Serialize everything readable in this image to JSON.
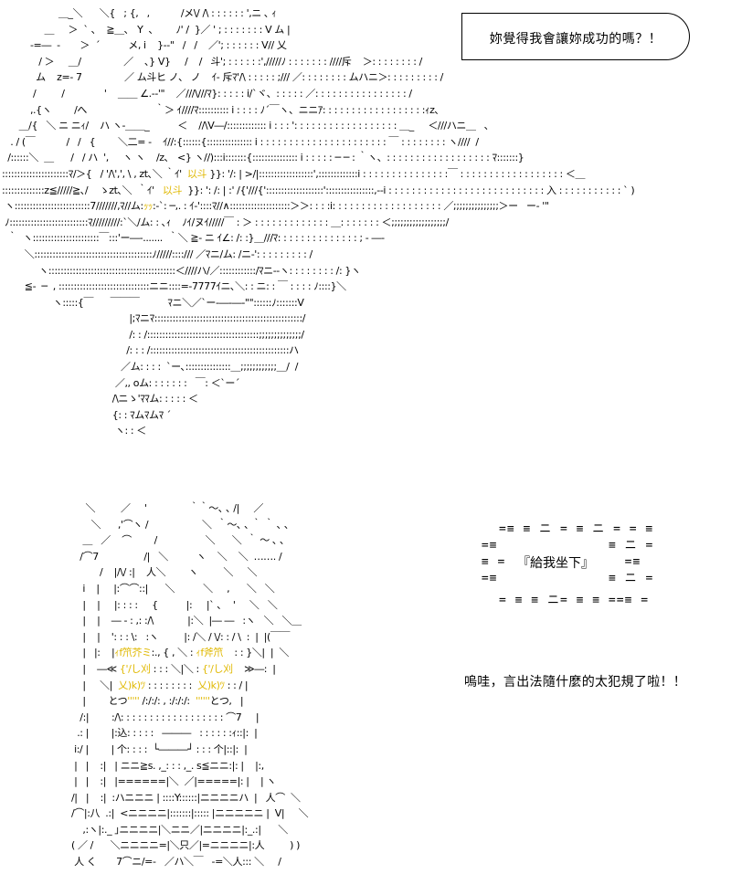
{
  "speech_bubble": {
    "text": "妳覺得我會讓妳成功的嗎？！"
  },
  "shout": {
    "text": "『給我坐下』",
    "border_top": "=≡ ≡ ニ = ≡ ニ = = ≡",
    "border_bottom": "= ≡ ≡ ニ= ≡ ≡ ==≡ =",
    "side_left": " =≡\n ≡ =\n =≡",
    "side_right": "≡ ニ =\n  =≡\n≡ ニ ="
  },
  "caption": {
    "text": "嗚哇，言出法隨什麼的太犯規了啦！！"
  },
  "art": {
    "highlight_color": "#e0b800",
    "top_lines": [
      "                    ＿_＼      ＼{   ; {,   ,           /メ\\/ /\\ : : : : : : ',ニ ､ ｨ",
      "               ＿     ＞  ` 、  ≧＿､   Y  ､        ﾉ' /  }／ ' ; : : : : : : : V ム |",
      "          -=―  -       ＞  ´          メ, i    }--\"   /   /    ／'; : : : : : : V// 乂",
      "             / ＞     ＿/               ／    ､} V}     /    /   斗'; : : : : : :',/////ﾉ : : : : : : : ////斥    ＞: : : : : : : : /",
      "            ム    z=- 7               ／ ム斗ヒ ノ、 ノ    ｲ- 斥ﾏ'/\\ : : : : : ;/// ／: : : : : : : : ムハニ＞: : : : : : : : : /",
      "           /         /              '    ＿＿ ∠.-‐'\"    ／///\\///ﾏ}: : : : : i/`ヾ、: : : : : ／: : : : : : : : : : : : : : : : /",
      "          ,.{ヽ        /へ                        ｀＞ ｲ////ﾏ:::::::::: i : : : : ﾉ´￣ヽ、ニニｱ: : : : : : : : : : : : : : : : : :ｨz､",
      "      ＿/{   ＼ ニ ニｨ/    ハ ヽ-＿＿_          ＜    //\\V―/::::::::::::: i : : : ': : : : : : : : : : : : : : : : : : ＿_     ＜///ハニ＿   ､",
      "   . / (￣           /   /   {        ＼二= -    ｲ//:{::::::{::::::::::::::: i : : : : : : : : : : : : : : : : : : : : : : ￣ : : : : : : : : ヽ////  /",
      "  /::::::＼  ＿      /   / ハ  ',     ヽ ヽ    /z､   <} ヽ//):::i:::::::{::::::::::::::: i : : : : : ─ ─ : ｀ヽ、: : : : : : : : : : : : : : : : : : ﾏ:::::::}",
      "::::::::::::::::::::::ﾏ/＞{   / '/\\',', \\ , zt､＼ ｀ｲ'  以斗 }}: '/: | >/|::::::::::::::::::',:::::::::::::i : : : : : : : : : : : : : : :￣ : : : : : : : : : : : : : : : : : : ＜＿",
      "::::::::::::::z≦/////≧､/    ゝzt､＼  ｀ｲ'   以斗  }}: ': /: | :' /{'///{':::::::::::::::::::'::::::::::::::::,--i : : : : : : : : : : : : : : : : : : : : : : : : : : : 入 : : : : : : : : : : : ` )",
      " ヽ:::::::::::::::::::::::::7///////,ﾏ//ム:ｯｯ:‐`: ─,. : ｲ‐'::::ﾏ//∧::::::::::::::::::::＞＞: : : :i: : : : : : : : : : : : : : : : : : : ／;;;;;;;;;;;;;;;＞ー   ー‐ '\"",
      " ﾉ::::::::::::::::::::::::::ﾏ/////////:`＼/ム: : ､ｨ    ﾉｲ/ヌｲ/////￣ : ＞ : : : : : : : : : : : : : ＿: : : : : : : ＜;;;;;;;;;;;;;;;;;;/",
      "  ｀  ヽ::::::::::::::::::::::￣:::'ー―‐.......  ｀＼ ≧‐ ニ ｲ∠: /: :}＿///ﾏ: : : : : : : : : : : : : : ; ‐ ―‐",
      "        ＼:::::::::::::::::::::::::::::::::::::::ﾉ/////::::/// ／ﾏニ/ム: /ニ‐': : : : : : : : : /",
      "             ヽ::::::::::::::::::::::::::::::::::::::::::＜////ハ/／::::::::::::/ﾏニ‐‐ヽ: : : : : : : : /: }ヽ",
      "        ≦‐  ─  , ::::::::::::::::::::::::::::::ニニ::::=‐7777ｲニ､＼: : ニ: : ￣ : : : : ﾉ::::}＼",
      "                  ヽ:::::{￣      ￣￣￣          ﾏニ＼／`ー‐―‐―‐\"\"::::::ﾉ:::::::V",
      "                                             |;ﾏニﾏ:::::::::::::::::::::::::::::::::::::::::::::::::/",
      "                                             /: : /:::::::::::::::::::::::::::::::::::::;;;;;;;;;;;;;;/",
      "                                            /: : : /::::::::::::::::::::::::::::::::::::::::::::::ハ",
      "                                          ／ム: : : :  `ー､:::::::::::::::＿;;;;;;;;;;;;＿/  /",
      "                                        ／,, oム: : : : : : :   ￣: ＜`ー´",
      "                                       /\\ニゝ'ﾏﾏム: : : : : ＜",
      "                                       {: : ﾏムﾏムﾏ ´",
      "                                        ヽ: : ＜"
    ],
    "bottom_lines": [
      "     ＼         ／     '               ｀｀～､ ､ /|     ／",
      "       ＼      ,'⌒ヽ /                   ＼  ｀～､ ､ ｀ ｀ ､ ､",
      "    ＿   ／    ⌒        /                 ＼      ＼  ｀ ～ ､ ､",
      "   /⌒7                /|   ＼          ヽ    ＼    ＼  ……. /",
      "          /    |/\\/ :|    人＼        ヽ         ＼     ＼",
      "    i    |     |:⌒⌒::|      ＼          ＼     ,      ＼   ＼",
      "    |    |     |: : : :     {          |:     |` ､    '     ＼   ＼",
      "    |    |    ― ‐ : ,: :/\\            |:＼  |― ―   :ヽ   ＼   ＼＿",
      "    |    |    ': : : \\:   :ヽ         |: /＼ / \\/: : / \\  :  |  |(￣￣",
      "    |   |:    |ｨf笊芥ミ:., { , ＼ : ｨf斧笊    : : }＼|  |  ＼",
      "    |    ―≪ {'/し刈 : : : ＼|＼ : {'/し刈    ≫―:  |",
      "    |     ＼|  乂)k)ﾂ : : : : : : : :  乂)k)ﾂ : : / |",
      "    |        とつ''''' /:/:/: , :/:/:/:  ''''''とつ,   |",
      "   /:|        :/\\: : : : : : : : : : : : : : : : : : ⌒7     |",
      "  .: |        |:込: : : : :   ―――   : : : : : :ｨ::|:  |",
      " i:/ |        | 个: : : :  └―――┘ : : : 个|::|:  |",
      " |   |    :|   | ニニ≧s. ,_: : : ,_. s≦ニニ:|: |    |:,",
      " |   |    :|   |======|＼  ／|=====|: |    | ヽ",
      "/|   |    :|  :ハニニニ | ::::Y::::::|ニニニニハ  |   人⌒  ＼",
      "/⌒|:八  .:|  <ニニニニ|:::::::|::::: |ニニニニニ |  V|     ＼",
      "    ,:ヽ|:._ ｣ニニニニ|＼ニニ／|ニニニニ|:_.:|      ＼",
      "( ／ /      ＼ニニニニ=|＼只／|=ニニニニ|:人         ) )",
      " 人 く       7⌒ニ/=-   ／ハ＼￣   -=＼人::: ＼     /"
    ]
  }
}
